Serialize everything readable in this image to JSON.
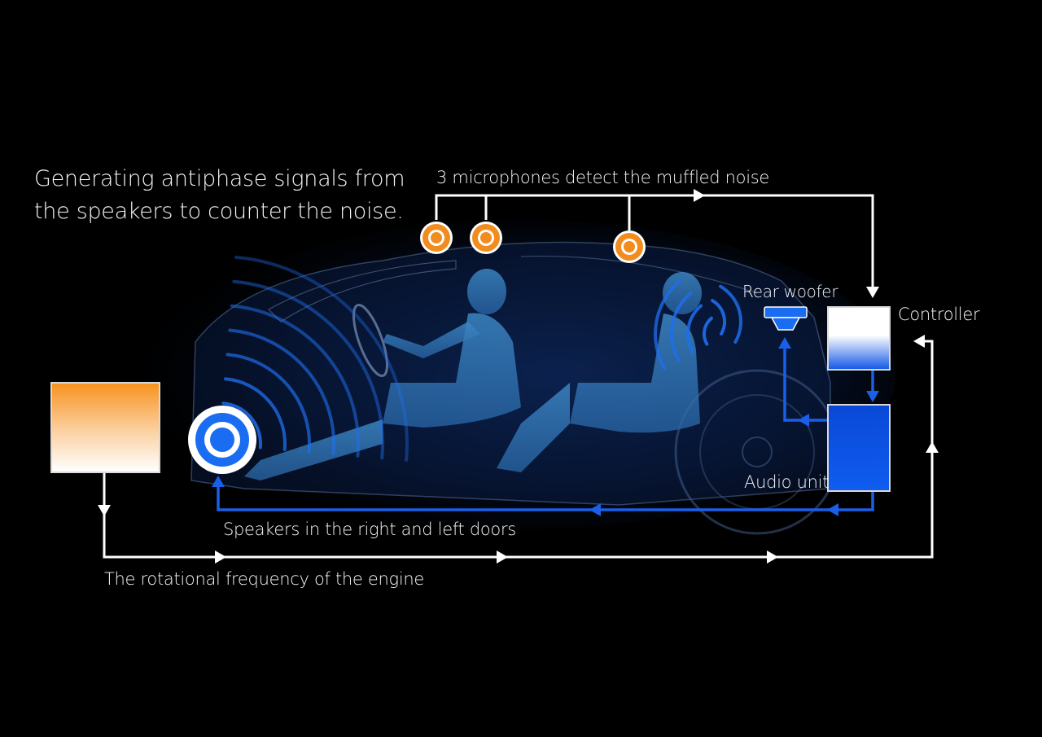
{
  "headline": {
    "line1": "Generating antiphase signals from",
    "line2": "the speakers to counter the noise."
  },
  "labels": {
    "microphones": "3 microphones detect the muffled noise",
    "rear_woofer": "Rear woofer",
    "controller": "Controller",
    "audio_unit": "Audio unit",
    "door_speakers": "Speakers in the right and left doors",
    "engine_frequency": "The rotational frequency of the engine"
  },
  "colors": {
    "background": "#000000",
    "signal_blue": "#1a5fe8",
    "mic_orange": "#f28c1e",
    "line_white": "#ffffff",
    "engine_block_top": "#f7921e",
    "audio_unit_fill": "#0b4fe0",
    "car_glow": "#0d2a66"
  },
  "icons": [
    "microphone-icon",
    "door-speaker-icon",
    "rear-woofer-icon"
  ]
}
